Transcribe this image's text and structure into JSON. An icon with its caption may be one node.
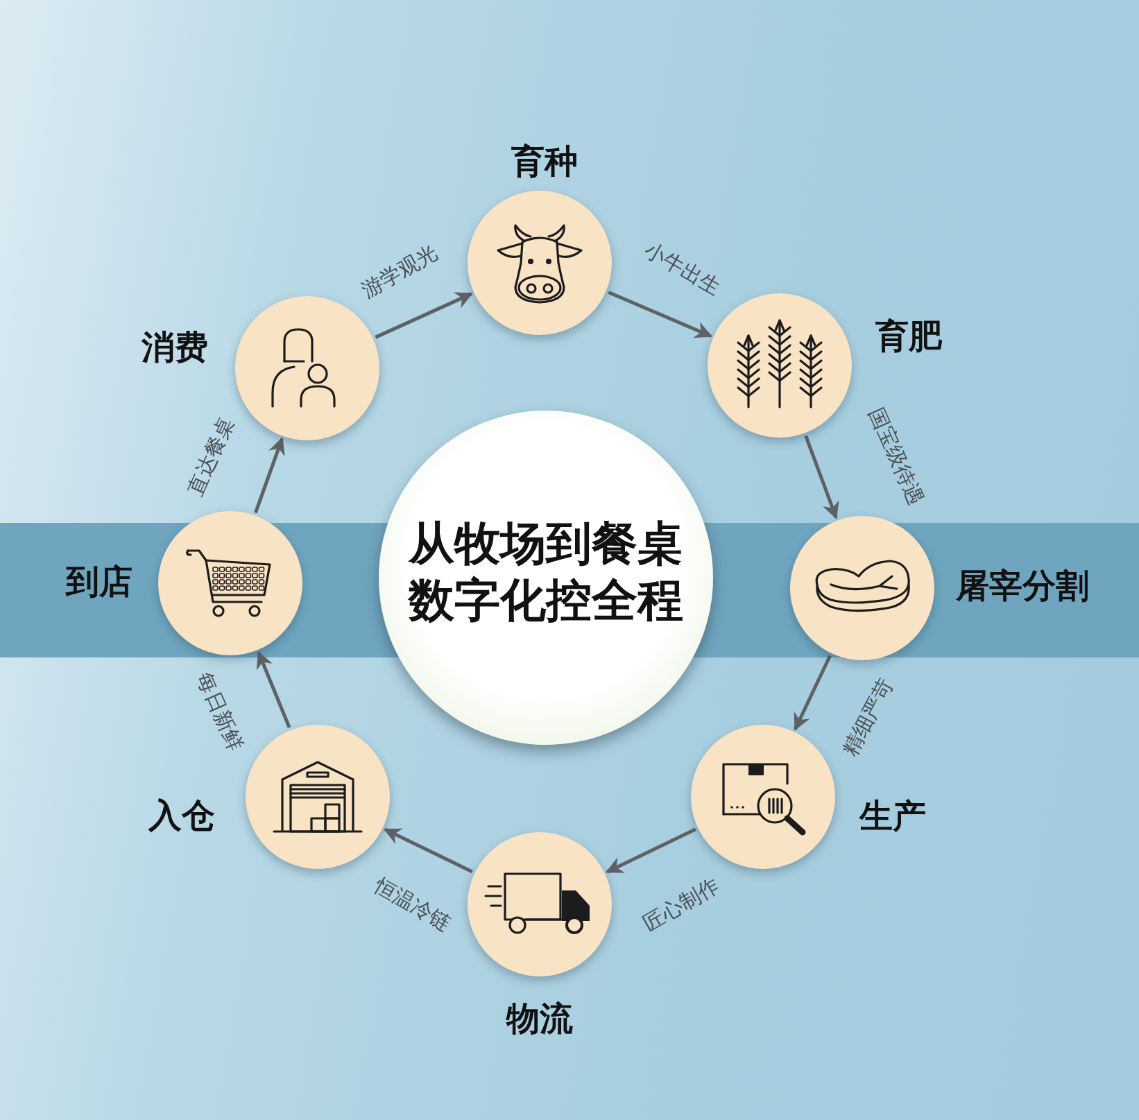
{
  "diagram": {
    "nodes": [
      {
        "text": [
          "育种"
        ]
      },
      {
        "text": [
          "育肥"
        ]
      },
      {
        "text": [
          "屠宰分割"
        ]
      },
      {
        "text": [
          "生产"
        ]
      },
      {
        "text": [
          "物流"
        ]
      },
      {
        "text": [
          "入仓"
        ]
      },
      {
        "text": [
          "到店"
        ]
      },
      {
        "text": [
          "消费"
        ]
      },
      {
        "text": [
          "从牧场到餐桌数字化控全程"
        ]
      }
    ],
    "edges": [
      {
        "from": 0,
        "to": 1,
        "arrow": "to",
        "label": "小牛出生"
      },
      {
        "from": 1,
        "to": 2,
        "arrow": "to",
        "label": "国宝级待遇"
      },
      {
        "from": 2,
        "to": 3,
        "arrow": "to",
        "label": "精细严苛"
      },
      {
        "from": 3,
        "to": 4,
        "arrow": "to",
        "label": "匠心制作"
      },
      {
        "from": 4,
        "to": 5,
        "arrow": "to",
        "label": "恒温冷链"
      },
      {
        "from": 5,
        "to": 6,
        "arrow": "to",
        "label": "每日新鲜"
      },
      {
        "from": 6,
        "to": 7,
        "arrow": "to",
        "label": "直达餐桌"
      },
      {
        "from": 7,
        "to": 0,
        "arrow": "to",
        "label": "游学观光"
      }
    ]
  }
}
